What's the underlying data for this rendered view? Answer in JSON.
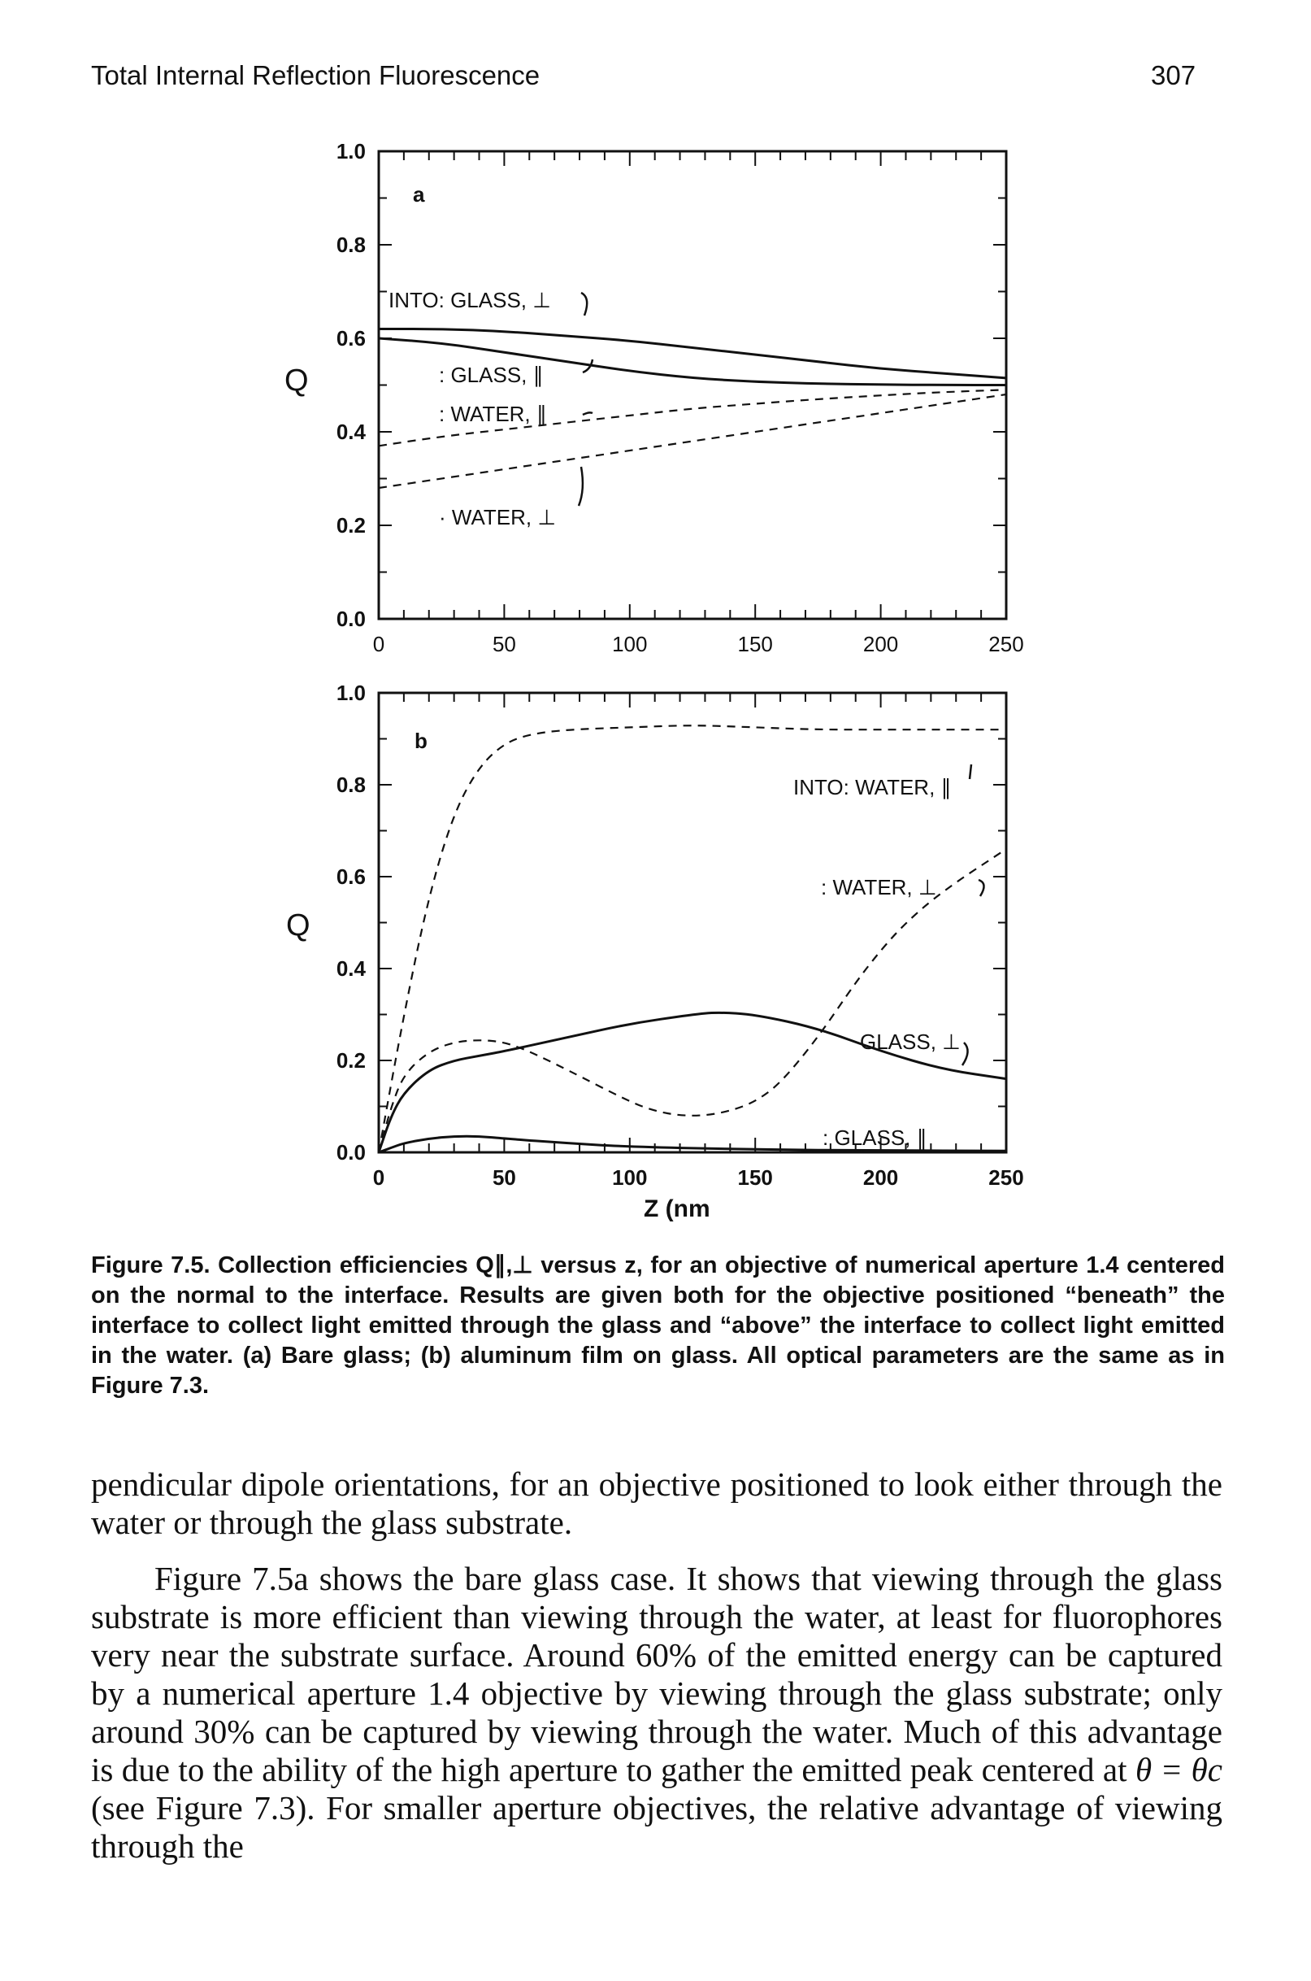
{
  "header": {
    "title": "Total Internal Reflection Fluorescence",
    "page_number": "307"
  },
  "chart_data": [
    {
      "type": "line",
      "panel_label": "a",
      "ylabel": "Q",
      "xlim": [
        0,
        250
      ],
      "ylim": [
        0,
        1.0
      ],
      "x_ticks": [
        "0",
        "50",
        "100",
        "150",
        "200",
        "250"
      ],
      "y_ticks": [
        "0.0",
        "0.2",
        "0.4",
        "0.6",
        "0.8",
        "1.0"
      ],
      "grid": false,
      "series": [
        {
          "name": "INTO: GLASS, ⊥",
          "style": "solid",
          "x": [
            0,
            25,
            50,
            75,
            100,
            125,
            150,
            175,
            200,
            225,
            250
          ],
          "y": [
            0.62,
            0.62,
            0.615,
            0.605,
            0.595,
            0.58,
            0.565,
            0.55,
            0.535,
            0.525,
            0.515
          ]
        },
        {
          "name": ": GLASS, ∥",
          "style": "solid",
          "x": [
            0,
            25,
            50,
            75,
            100,
            125,
            150,
            175,
            200,
            225,
            250
          ],
          "y": [
            0.6,
            0.59,
            0.57,
            0.55,
            0.53,
            0.515,
            0.507,
            0.503,
            0.501,
            0.5,
            0.5
          ]
        },
        {
          "name": ": WATER, ∥",
          "style": "dashed",
          "x": [
            0,
            25,
            50,
            75,
            100,
            125,
            150,
            175,
            200,
            225,
            250
          ],
          "y": [
            0.37,
            0.39,
            0.405,
            0.42,
            0.435,
            0.45,
            0.46,
            0.47,
            0.478,
            0.485,
            0.49
          ]
        },
        {
          "name": "· WATER, ⊥",
          "style": "dashed",
          "x": [
            0,
            25,
            50,
            75,
            100,
            125,
            150,
            175,
            200,
            225,
            250
          ],
          "y": [
            0.28,
            0.3,
            0.32,
            0.34,
            0.36,
            0.38,
            0.4,
            0.42,
            0.44,
            0.46,
            0.48
          ]
        }
      ]
    },
    {
      "type": "line",
      "panel_label": "b",
      "ylabel": "Q",
      "xlabel": "Z (nm",
      "xlim": [
        0,
        250
      ],
      "ylim": [
        0,
        1.0
      ],
      "x_ticks": [
        "0",
        "50",
        "100",
        "150",
        "200",
        "250"
      ],
      "y_ticks": [
        "0.0",
        "0.2",
        "0.4",
        "0.6",
        "0.8",
        "1.0"
      ],
      "grid": false,
      "series": [
        {
          "name": "INTO: WATER, ∥",
          "style": "dashed",
          "x": [
            0,
            10,
            20,
            30,
            40,
            50,
            60,
            75,
            100,
            125,
            150,
            175,
            200,
            225,
            250
          ],
          "y": [
            0.0,
            0.3,
            0.56,
            0.74,
            0.84,
            0.89,
            0.91,
            0.92,
            0.925,
            0.93,
            0.925,
            0.92,
            0.92,
            0.92,
            0.92
          ]
        },
        {
          "name": ": WATER, ⊥",
          "style": "dashed",
          "x": [
            0,
            5,
            10,
            20,
            30,
            40,
            50,
            60,
            75,
            100,
            110,
            120,
            130,
            140,
            150,
            160,
            175,
            190,
            200,
            210,
            225,
            250
          ],
          "y": [
            0.0,
            0.1,
            0.17,
            0.22,
            0.24,
            0.245,
            0.24,
            0.22,
            0.18,
            0.11,
            0.09,
            0.08,
            0.08,
            0.09,
            0.11,
            0.15,
            0.25,
            0.37,
            0.44,
            0.5,
            0.57,
            0.66
          ]
        },
        {
          "name": "GLASS, ⊥",
          "style": "solid",
          "x": [
            0,
            5,
            10,
            20,
            30,
            40,
            50,
            75,
            100,
            125,
            135,
            150,
            175,
            200,
            225,
            250
          ],
          "y": [
            0.0,
            0.08,
            0.13,
            0.18,
            0.2,
            0.21,
            0.22,
            0.25,
            0.28,
            0.3,
            0.305,
            0.3,
            0.27,
            0.22,
            0.18,
            0.16
          ]
        },
        {
          "name": ": GLASS, ∥",
          "style": "solid",
          "x": [
            0,
            5,
            10,
            20,
            30,
            40,
            50,
            75,
            100,
            150,
            200,
            250
          ],
          "y": [
            0.0,
            0.01,
            0.02,
            0.03,
            0.035,
            0.035,
            0.03,
            0.02,
            0.012,
            0.006,
            0.004,
            0.003
          ]
        }
      ]
    }
  ],
  "figure_labels": {
    "a_into_glass_perp": "INTO: GLASS, ⊥",
    "a_glass_par": ": GLASS, ∥",
    "a_water_par": ": WATER, ∥",
    "a_water_perp": "· WATER, ⊥",
    "b_into_water_par": "INTO: WATER, ∥",
    "b_water_perp": ": WATER, ⊥",
    "b_glass_perp": "GLASS, ⊥",
    "b_glass_par": ": GLASS, ∥"
  },
  "caption": {
    "label": "Figure 7.5.",
    "text": "Collection efficiencies Q∥,⊥ versus z, for an objective of numerical aperture 1.4 centered on the normal to the interface. Results are given both for the objective positioned “beneath” the interface to collect light emitted through the glass and “above” the interface to collect light emitted in the water. (a) Bare glass; (b) aluminum film on glass. All optical parameters are the same as in Figure 7.3."
  },
  "body": {
    "para1": "pendicular dipole orientations, for an objective positioned to look either through the water or through the glass substrate.",
    "para2a": "Figure 7.5a shows the bare glass case. It shows that viewing through the glass substrate is more efficient than viewing through the water, at least for fluorophores very near the substrate surface. Around 60% of the emitted energy can be captured by a numerical aperture 1.4 objective by viewing through the glass substrate; only around 30% can be captured by viewing through the water. Much of this advantage is due to the ability of the high aperture to gather the emitted peak centered at",
    "theta_eq": "θ = θc",
    "para2b": "(see Figure 7.3). For smaller aperture objectives, the relative advantage of viewing through the"
  }
}
